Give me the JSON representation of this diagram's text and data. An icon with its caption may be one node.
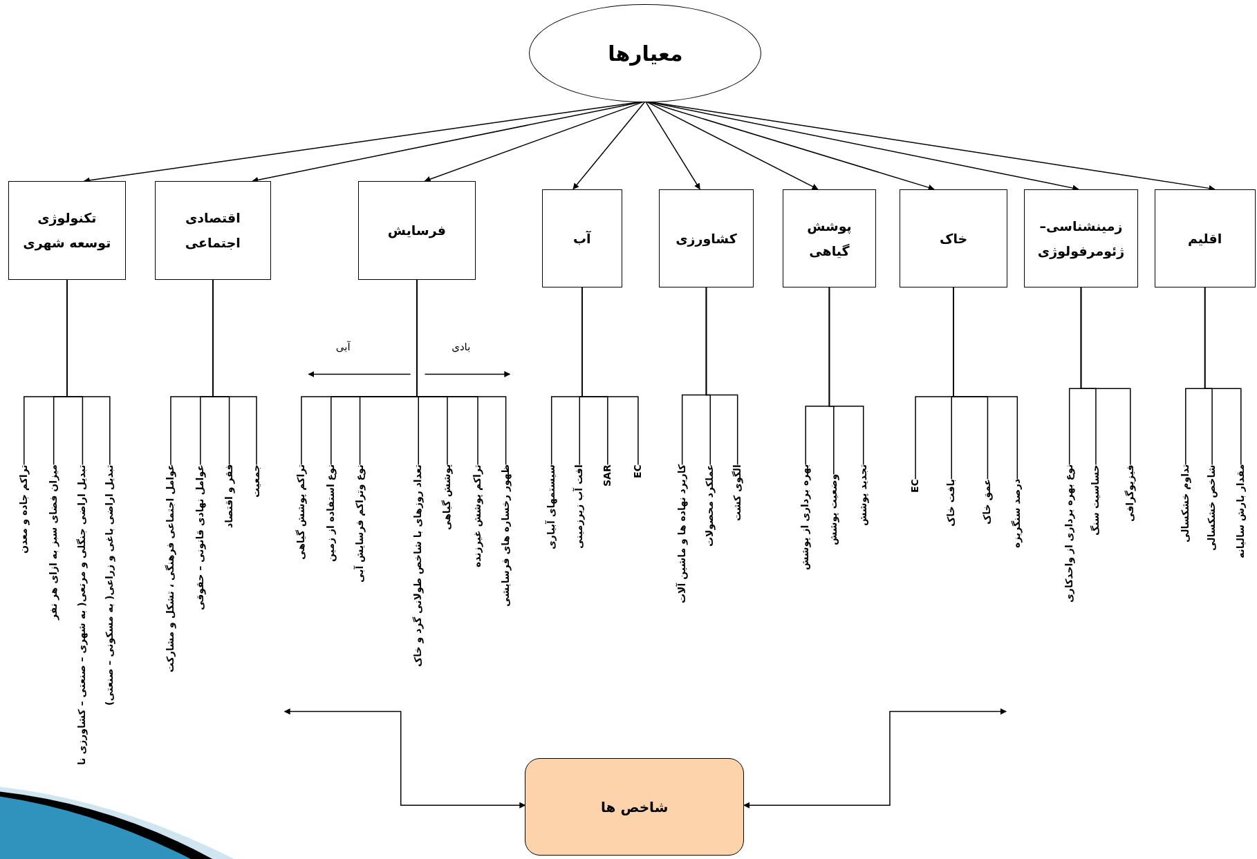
{
  "diagram": {
    "nodes": [
      {
        "text": [
          "معیارها"
        ]
      },
      {
        "text": [
          "اقلیم"
        ]
      },
      {
        "text": [
          "زمینشناسی– ژئومرفولوژی"
        ]
      },
      {
        "text": [
          "خاک"
        ]
      },
      {
        "text": [
          "پوشش گیاهی"
        ]
      },
      {
        "text": [
          "کشاورزی"
        ]
      },
      {
        "text": [
          "آب"
        ]
      },
      {
        "text": [
          "فرسایش"
        ]
      },
      {
        "text": [
          "اقتصادی اجتماعی"
        ]
      },
      {
        "text": [
          "تکنولوژی توسعه شهری"
        ]
      },
      {
        "text": [
          "مقدار بارش سالیانه"
        ]
      },
      {
        "text": [
          "شاخص خشکسالی"
        ]
      },
      {
        "text": [
          "تداوم خشکسالی"
        ]
      },
      {
        "text": [
          "فیزیوگرافی"
        ]
      },
      {
        "text": [
          "حساسیت سنگ"
        ]
      },
      {
        "text": [
          "نوع بهره برداری از واحدکاری"
        ]
      },
      {
        "text": [
          "درصد سنگریزه"
        ]
      },
      {
        "text": [
          "عمق خاک"
        ]
      },
      {
        "text": [
          "بافت خاک"
        ]
      },
      {
        "text": [
          "EC"
        ]
      },
      {
        "text": [
          "تجدید پوشش"
        ]
      },
      {
        "text": [
          "وضعیت پوشش"
        ]
      },
      {
        "text": [
          "بهره برداری از پوشش"
        ]
      },
      {
        "text": [
          "الگوی کشت"
        ]
      },
      {
        "text": [
          "عملکرد محصولات"
        ]
      },
      {
        "text": [
          "کاربرد نهاده ها و ماشین آلات"
        ]
      },
      {
        "text": [
          "EC"
        ]
      },
      {
        "text": [
          "SAR"
        ]
      },
      {
        "text": [
          "افت آب زیرزمینی"
        ]
      },
      {
        "text": [
          "سیستمهای آبیاری"
        ]
      },
      {
        "text": [
          "ظهور رخساره های فرسایشی"
        ]
      },
      {
        "text": [
          "تراکم پوشش غیرزنده"
        ]
      },
      {
        "text": [
          "پوشش گیاهی"
        ]
      },
      {
        "text": [
          "تعداد روزهای با شاخص طولانی گرد و خاک"
        ]
      },
      {
        "text": [
          "نوع وتراکم فرسایش آبی"
        ]
      },
      {
        "text": [
          "نوع استفاده از زمین"
        ]
      },
      {
        "text": [
          "تراکم پوشش گیاهی"
        ]
      },
      {
        "text": [
          "جمعیت"
        ]
      },
      {
        "text": [
          "فقر و اقتصاد"
        ]
      },
      {
        "text": [
          "عوامل نهادی قانونی – حقوقی"
        ]
      },
      {
        "text": [
          "عوامل اجتماعی فرهنگی ، تشکل و مشارکت"
        ]
      },
      {
        "text": [
          "تبدیل اراضی باغی و زراعی( به مسکونی – صنعتی)"
        ]
      },
      {
        "text": [
          "تبدیل اراضی جنگلی و مرتعی( به شهری – صنعتی – کشاورزی نا"
        ]
      },
      {
        "text": [
          "میزان فضای سبز به ازای هر نفر"
        ]
      },
      {
        "text": [
          "تراکم جاده و معدن"
        ]
      },
      {
        "text": [
          "شاخص ها"
        ]
      }
    ],
    "edges": [
      {
        "from": 0,
        "to": 1,
        "arrow": "to"
      },
      {
        "from": 0,
        "to": 2,
        "arrow": "to"
      },
      {
        "from": 0,
        "to": 3,
        "arrow": "to"
      },
      {
        "from": 0,
        "to": 4,
        "arrow": "to"
      },
      {
        "from": 0,
        "to": 5,
        "arrow": "to"
      },
      {
        "from": 0,
        "to": 6,
        "arrow": "to"
      },
      {
        "from": 0,
        "to": 7,
        "arrow": "to"
      },
      {
        "from": 0,
        "to": 8,
        "arrow": "to"
      },
      {
        "from": 0,
        "to": 9,
        "arrow": "to"
      },
      {
        "from": 1,
        "to": 10,
        "arrow": "none"
      },
      {
        "from": 1,
        "to": 11,
        "arrow": "none"
      },
      {
        "from": 1,
        "to": 12,
        "arrow": "none"
      },
      {
        "from": 2,
        "to": 13,
        "arrow": "none"
      },
      {
        "from": 2,
        "to": 14,
        "arrow": "none"
      },
      {
        "from": 2,
        "to": 15,
        "arrow": "none"
      },
      {
        "from": 3,
        "to": 16,
        "arrow": "none"
      },
      {
        "from": 3,
        "to": 17,
        "arrow": "none"
      },
      {
        "from": 3,
        "to": 18,
        "arrow": "none"
      },
      {
        "from": 3,
        "to": 19,
        "arrow": "none"
      },
      {
        "from": 4,
        "to": 20,
        "arrow": "none"
      },
      {
        "from": 4,
        "to": 21,
        "arrow": "none"
      },
      {
        "from": 4,
        "to": 22,
        "arrow": "none"
      },
      {
        "from": 5,
        "to": 23,
        "arrow": "none"
      },
      {
        "from": 5,
        "to": 24,
        "arrow": "none"
      },
      {
        "from": 5,
        "to": 25,
        "arrow": "none"
      },
      {
        "from": 6,
        "to": 26,
        "arrow": "none"
      },
      {
        "from": 6,
        "to": 27,
        "arrow": "none"
      },
      {
        "from": 6,
        "to": 28,
        "arrow": "none"
      },
      {
        "from": 6,
        "to": 29,
        "arrow": "none"
      },
      {
        "from": 7,
        "to": 30,
        "arrow": "none"
      },
      {
        "from": 7,
        "to": 31,
        "arrow": "none"
      },
      {
        "from": 7,
        "to": 32,
        "arrow": "none"
      },
      {
        "from": 7,
        "to": 33,
        "arrow": "none"
      },
      {
        "from": 7,
        "to": 34,
        "arrow": "none"
      },
      {
        "from": 7,
        "to": 35,
        "arrow": "none"
      },
      {
        "from": 7,
        "to": 36,
        "arrow": "none"
      },
      {
        "from": 8,
        "to": 37,
        "arrow": "none"
      },
      {
        "from": 8,
        "to": 38,
        "arrow": "none"
      },
      {
        "from": 8,
        "to": 39,
        "arrow": "none"
      },
      {
        "from": 8,
        "to": 40,
        "arrow": "none"
      },
      {
        "from": 9,
        "to": 41,
        "arrow": "none"
      },
      {
        "from": 9,
        "to": 42,
        "arrow": "none"
      },
      {
        "from": 9,
        "to": 43,
        "arrow": "none"
      },
      {
        "from": 9,
        "to": 44,
        "arrow": "none"
      },
      {
        "from": null,
        "to": 45,
        "arrow": "both"
      },
      {
        "from": 45,
        "to": null,
        "arrow": "both"
      }
    ],
    "labels": [
      "بادی",
      "آبی"
    ]
  }
}
